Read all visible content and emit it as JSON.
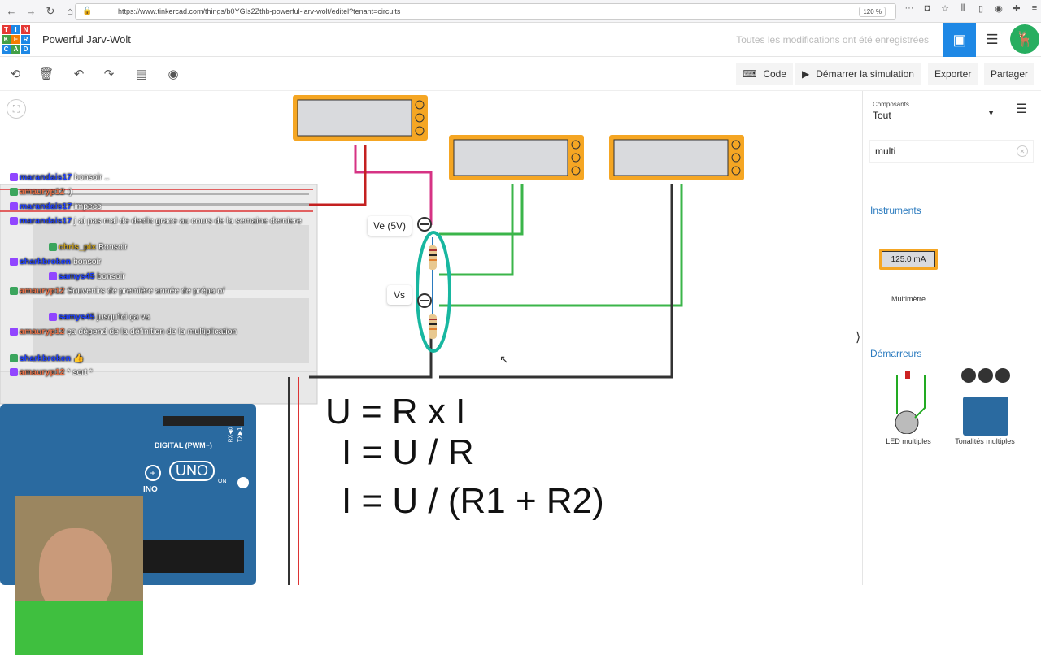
{
  "browser": {
    "url": "https://www.tinkercad.com/things/b0YGIs2Zthb-powerful-jarv-wolt/editel?tenant=circuits",
    "zoom": "120 %"
  },
  "app": {
    "logo_letters": [
      "T",
      "I",
      "N",
      "K",
      "E",
      "R",
      "C",
      "A",
      "D"
    ],
    "title": "Powerful Jarv-Wolt",
    "saved_status": "Toutes les modifications ont été enregistrées"
  },
  "toolbar": {
    "code": "Code",
    "simulate": "Démarrer la simulation",
    "export": "Exporter",
    "share": "Partager"
  },
  "canvas": {
    "label_ve": "Ve (5V)",
    "label_vs": "Vs",
    "formulas": [
      "U = R x I",
      "I = U / R",
      "I = U / (R1 + R2)"
    ],
    "arduino": {
      "digital": "DIGITAL (PWM~)",
      "uno": "UNO",
      "on": "ON",
      "ino": "INO",
      "tx": "TX▶1",
      "rx": "RX◀0"
    }
  },
  "panel": {
    "components_label": "Composants",
    "components_value": "Tout",
    "search_value": "multi",
    "section_instruments": "Instruments",
    "multimeter_reading": "125.0 mA",
    "multimeter_label": "Multimètre",
    "section_starters": "Démarreurs",
    "starter1": "LED multiples",
    "starter2": "Tonalités multiples"
  },
  "chat": [
    {
      "user": "marandais17",
      "msg": "bonsoir ..",
      "color": "#1e40ff"
    },
    {
      "user": "amauryp12",
      "msg": ":)",
      "color": "#e8734a"
    },
    {
      "user": "marandais17",
      "msg": "impecc",
      "color": "#1e40ff"
    },
    {
      "user": "marandais17",
      "msg": "j ai pas mal de declic grace au cours de la semaine derniere",
      "color": "#1e40ff"
    },
    {
      "user": "chris_pix",
      "msg": "Bonsoir",
      "color": "#c8a020"
    },
    {
      "user": "sharkbroken",
      "msg": "bonsoir",
      "color": "#1e40ff"
    },
    {
      "user": "samys45",
      "msg": "bonsoir",
      "color": "#1e40ff"
    },
    {
      "user": "amauryp12",
      "msg": "Souvenirs de première année de prépa o/",
      "color": "#e8734a"
    },
    {
      "user": "samys45",
      "msg": "jusqu'ici ça va",
      "color": "#1e40ff"
    },
    {
      "user": "amauryp12",
      "msg": "ça dépend de la définition de la multiplication",
      "color": "#e8734a"
    },
    {
      "user": "sharkbroken",
      "msg": "👍",
      "color": "#1e40ff"
    },
    {
      "user": "amauryp12",
      "msg": "* sort *",
      "color": "#e8734a"
    }
  ]
}
